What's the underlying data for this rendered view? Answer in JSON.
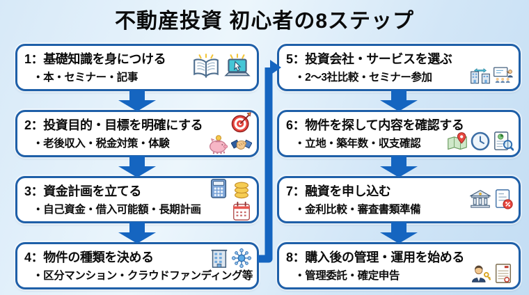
{
  "title": "不動産投資 初心者の8ステップ",
  "colors": {
    "arrow": "#1565c0",
    "box_border": "#1e5fa8",
    "box_bg": "#ffffff",
    "title_color": "#0b0b0b",
    "background_light": "#ecf6fc",
    "background_blue": "#c3ddf3"
  },
  "steps": [
    {
      "id": 1,
      "heading": "1：基礎知識を身につける",
      "sub": "・本・セミナー・記事",
      "icons_row1": [
        "open-book-icon",
        "laptop-cursor-icon"
      ],
      "icons_row2": []
    },
    {
      "id": 2,
      "heading": "2：投資目的・目標を明確にする",
      "sub": "・老後収入・税金対策・体験",
      "icons_row1": [
        "target-dart-icon"
      ],
      "icons_row2": [
        "piggy-bank-icon",
        "handshake-icon"
      ]
    },
    {
      "id": 3,
      "heading": "3：資金計画を立てる",
      "sub": "・自己資金・借入可能額・長期計画",
      "icons_row1": [
        "calculator-icon",
        "coin-stack-icon"
      ],
      "icons_row2": [
        "calendar-icon"
      ]
    },
    {
      "id": 4,
      "heading": "4：物件の種類を決める",
      "sub": "・区分マンション・クラウドファンディング等",
      "icons_row1": [
        "building-icon",
        "network-icon"
      ],
      "icons_row2": []
    },
    {
      "id": 5,
      "heading": "5：投資会社・サービスを選ぶ",
      "sub": "・2～3社比較・セミナー参加",
      "icons_row1": [],
      "icons_row2": [
        "company-compare-icon",
        "seminar-icon"
      ]
    },
    {
      "id": 6,
      "heading": "6：物件を探して内容を確認する",
      "sub": "・立地・築年数・収支確認",
      "icons_row1": [],
      "icons_row2": [
        "map-pin-icon",
        "clock-icon",
        "report-search-icon"
      ]
    },
    {
      "id": 7,
      "heading": "7：融資を申し込む",
      "sub": "・金利比較・審査書類準備",
      "icons_row1": [
        "bank-icon",
        "interest-doc-icon"
      ],
      "icons_row2": []
    },
    {
      "id": 8,
      "heading": "8：購入後の管理・運用を始める",
      "sub": "・管理委託・確定申告",
      "icons_row1": [],
      "icons_row2": [
        "manager-keys-icon",
        "tax-return-icon"
      ]
    }
  ],
  "flow_note": "steps 1-4 left column top to bottom, elbow arrow from step 4 to step 5, steps 5-8 right column top to bottom"
}
